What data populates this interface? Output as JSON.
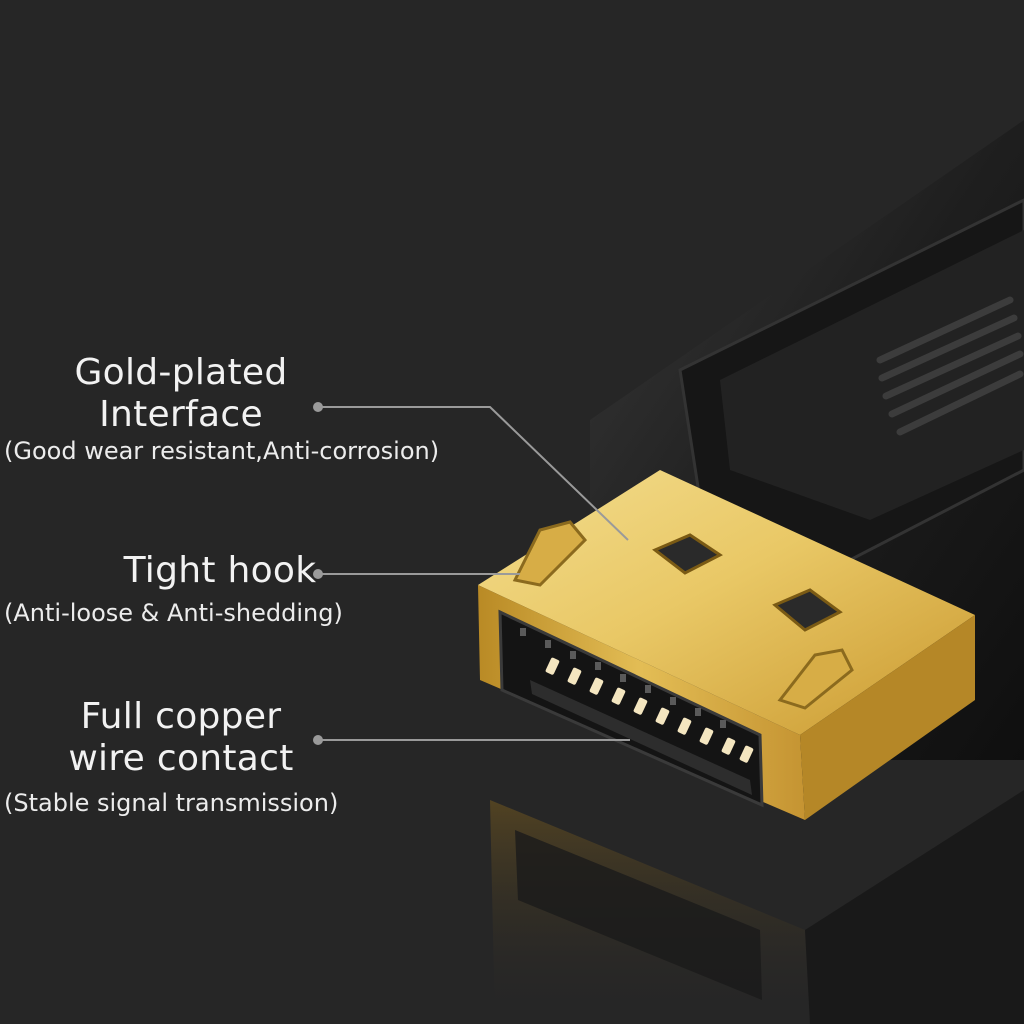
{
  "callouts": [
    {
      "title_lines": [
        "Gold-plated",
        "Interface"
      ],
      "subtitle": "(Good wear resistant,Anti-corrosion)"
    },
    {
      "title_lines": [
        "Tight hook"
      ],
      "subtitle": "(Anti-loose & Anti-shedding)"
    },
    {
      "title_lines": [
        "Full copper",
        "wire contact"
      ],
      "subtitle": "(Stable signal transmission)"
    }
  ],
  "colors": {
    "background": "#262626",
    "gold": "#d9b24a",
    "plug_body": "#1c1c1c",
    "text": "#f2f2f2",
    "leader_line": "#9a9a9a"
  },
  "pin_count_per_row": 10
}
